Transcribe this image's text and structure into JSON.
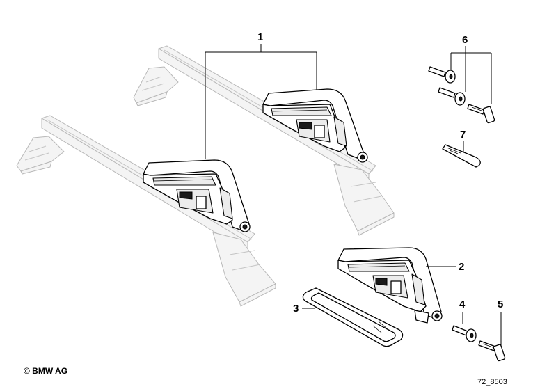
{
  "callouts": {
    "c1": "1",
    "c2": "2",
    "c3": "3",
    "c4": "4",
    "c5": "5",
    "c6": "6",
    "c7": "7"
  },
  "footer": {
    "copyright": "© BMW AG",
    "reference": "72_8503"
  }
}
